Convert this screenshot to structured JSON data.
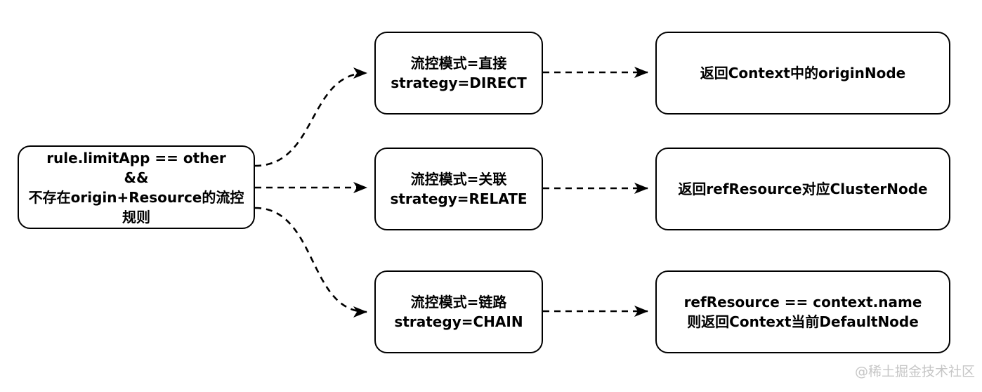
{
  "diagram": {
    "type": "flowchart",
    "background_color": "#ffffff",
    "stroke_color": "#000000",
    "edge_style": "dashed-arrow",
    "nodes": {
      "root": {
        "line1": "rule.limitApp == other",
        "line2": "&&",
        "line3": "不存在origin+Resource的流控",
        "line4": "规则"
      },
      "mode_direct": {
        "line1": "流控模式=直接",
        "line2": "strategy=DIRECT"
      },
      "mode_relate": {
        "line1": "流控模式=关联",
        "line2": "strategy=RELATE"
      },
      "mode_chain": {
        "line1": "流控模式=链路",
        "line2": "strategy=CHAIN"
      },
      "result_direct": {
        "line1": "返回Context中的originNode"
      },
      "result_relate": {
        "line1": "返回refResource对应ClusterNode"
      },
      "result_chain": {
        "line1": "refResource == context.name",
        "line2": "则返回Context当前DefaultNode"
      }
    },
    "edges": [
      {
        "from": "root",
        "to": "mode_direct"
      },
      {
        "from": "root",
        "to": "mode_relate"
      },
      {
        "from": "root",
        "to": "mode_chain"
      },
      {
        "from": "mode_direct",
        "to": "result_direct"
      },
      {
        "from": "mode_relate",
        "to": "result_relate"
      },
      {
        "from": "mode_chain",
        "to": "result_chain"
      }
    ]
  },
  "watermark": {
    "text": "@稀土掘金技术社区",
    "color": "#c6c6c6"
  }
}
